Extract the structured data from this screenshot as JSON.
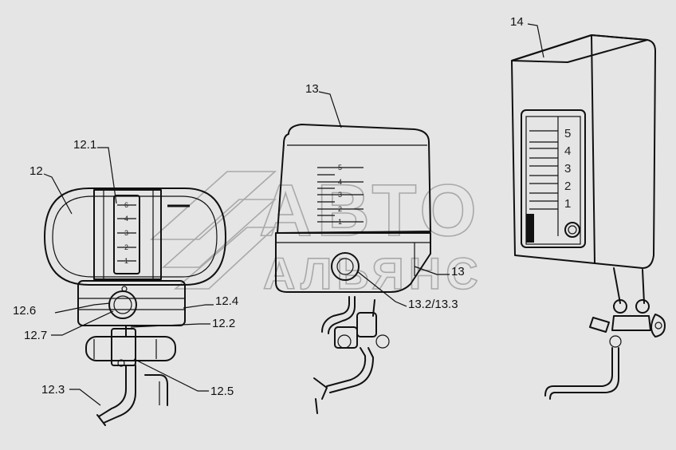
{
  "watermark": {
    "line1": "АВТО",
    "line2": "АЛЬЯНС"
  },
  "heater_12": {
    "scale_marks": [
      "6",
      "4",
      "3",
      "2",
      "1"
    ],
    "callouts": {
      "c12": "12",
      "c12_1": "12.1",
      "c12_2": "12.2",
      "c12_3": "12.3",
      "c12_4": "12.4",
      "c12_5": "12.5",
      "c12_6": "12.6",
      "c12_7": "12.7"
    }
  },
  "heater_13": {
    "scale_marks": [
      "5",
      "4",
      "3",
      "2",
      "1"
    ],
    "callouts": {
      "c13_top": "13",
      "c13_side": "13",
      "c13_2_3": "13.2/13.3"
    }
  },
  "heater_14": {
    "scale_marks": [
      "5",
      "4",
      "3",
      "2",
      "1"
    ],
    "callouts": {
      "c14": "14"
    }
  },
  "colors": {
    "background": "#e5e5e5",
    "ink": "#111111",
    "watermark": "#a9a9a9"
  }
}
